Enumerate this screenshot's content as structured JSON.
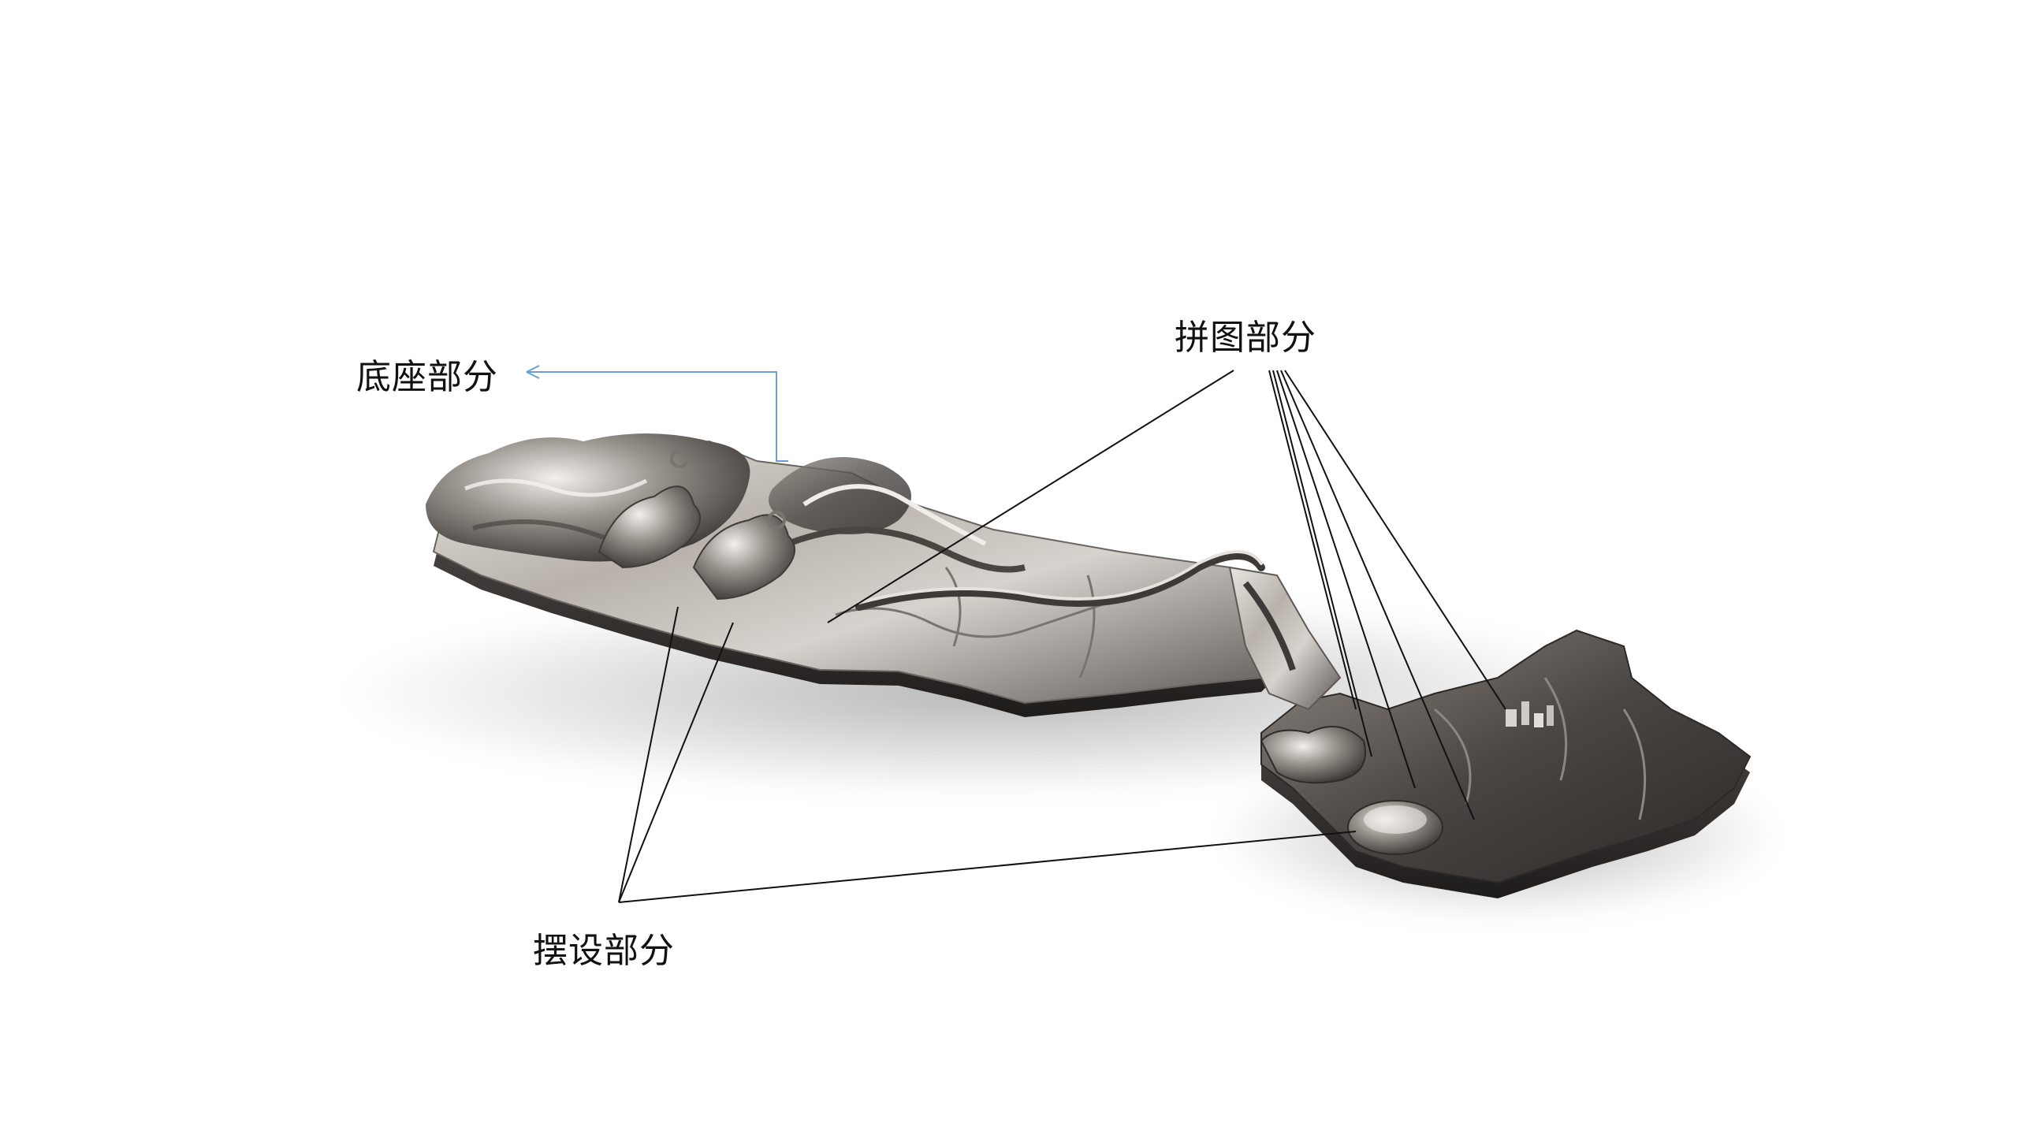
{
  "labels": {
    "base": "底座部分",
    "puzzle": "拼图部分",
    "decor": "摆设部分"
  },
  "colors": {
    "background": "#ffffff",
    "leader_line": "#111111",
    "base_arrow": "#6a9fd4",
    "metal_light": "#d9d6d2",
    "metal_mid": "#9c968f",
    "metal_dark": "#3e3a37"
  },
  "icons": {
    "model": "metal-map-puzzle-model",
    "arrow": "arrowhead-icon"
  }
}
